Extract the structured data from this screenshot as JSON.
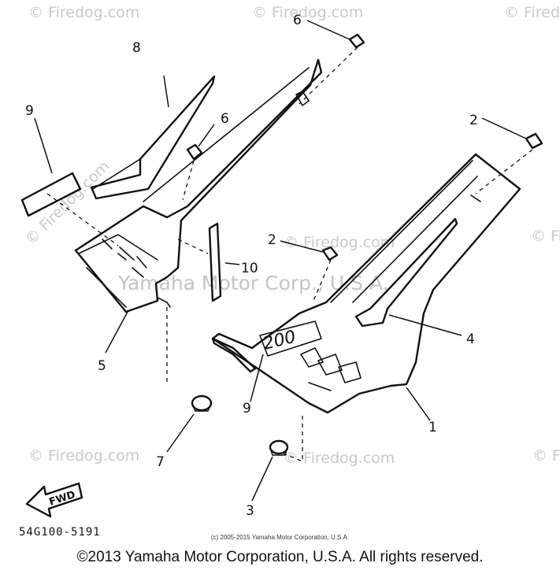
{
  "watermark": {
    "text": "© Firedog.com",
    "center_text": "Yamaha Motor Corp., U.S.A."
  },
  "callouts": [
    "1",
    "2",
    "2",
    "3",
    "4",
    "5",
    "6",
    "6",
    "7",
    "8",
    "9",
    "9",
    "10"
  ],
  "part_number": "54G100-5191",
  "fwd_label": "FWD",
  "badge_text": "200",
  "small_copyright": "(c) 2005-2015 Yamaha Motor Corporation, U.S.A.",
  "main_copyright": "©2013 Yamaha Motor Corporation, U.S.A. All rights reserved."
}
